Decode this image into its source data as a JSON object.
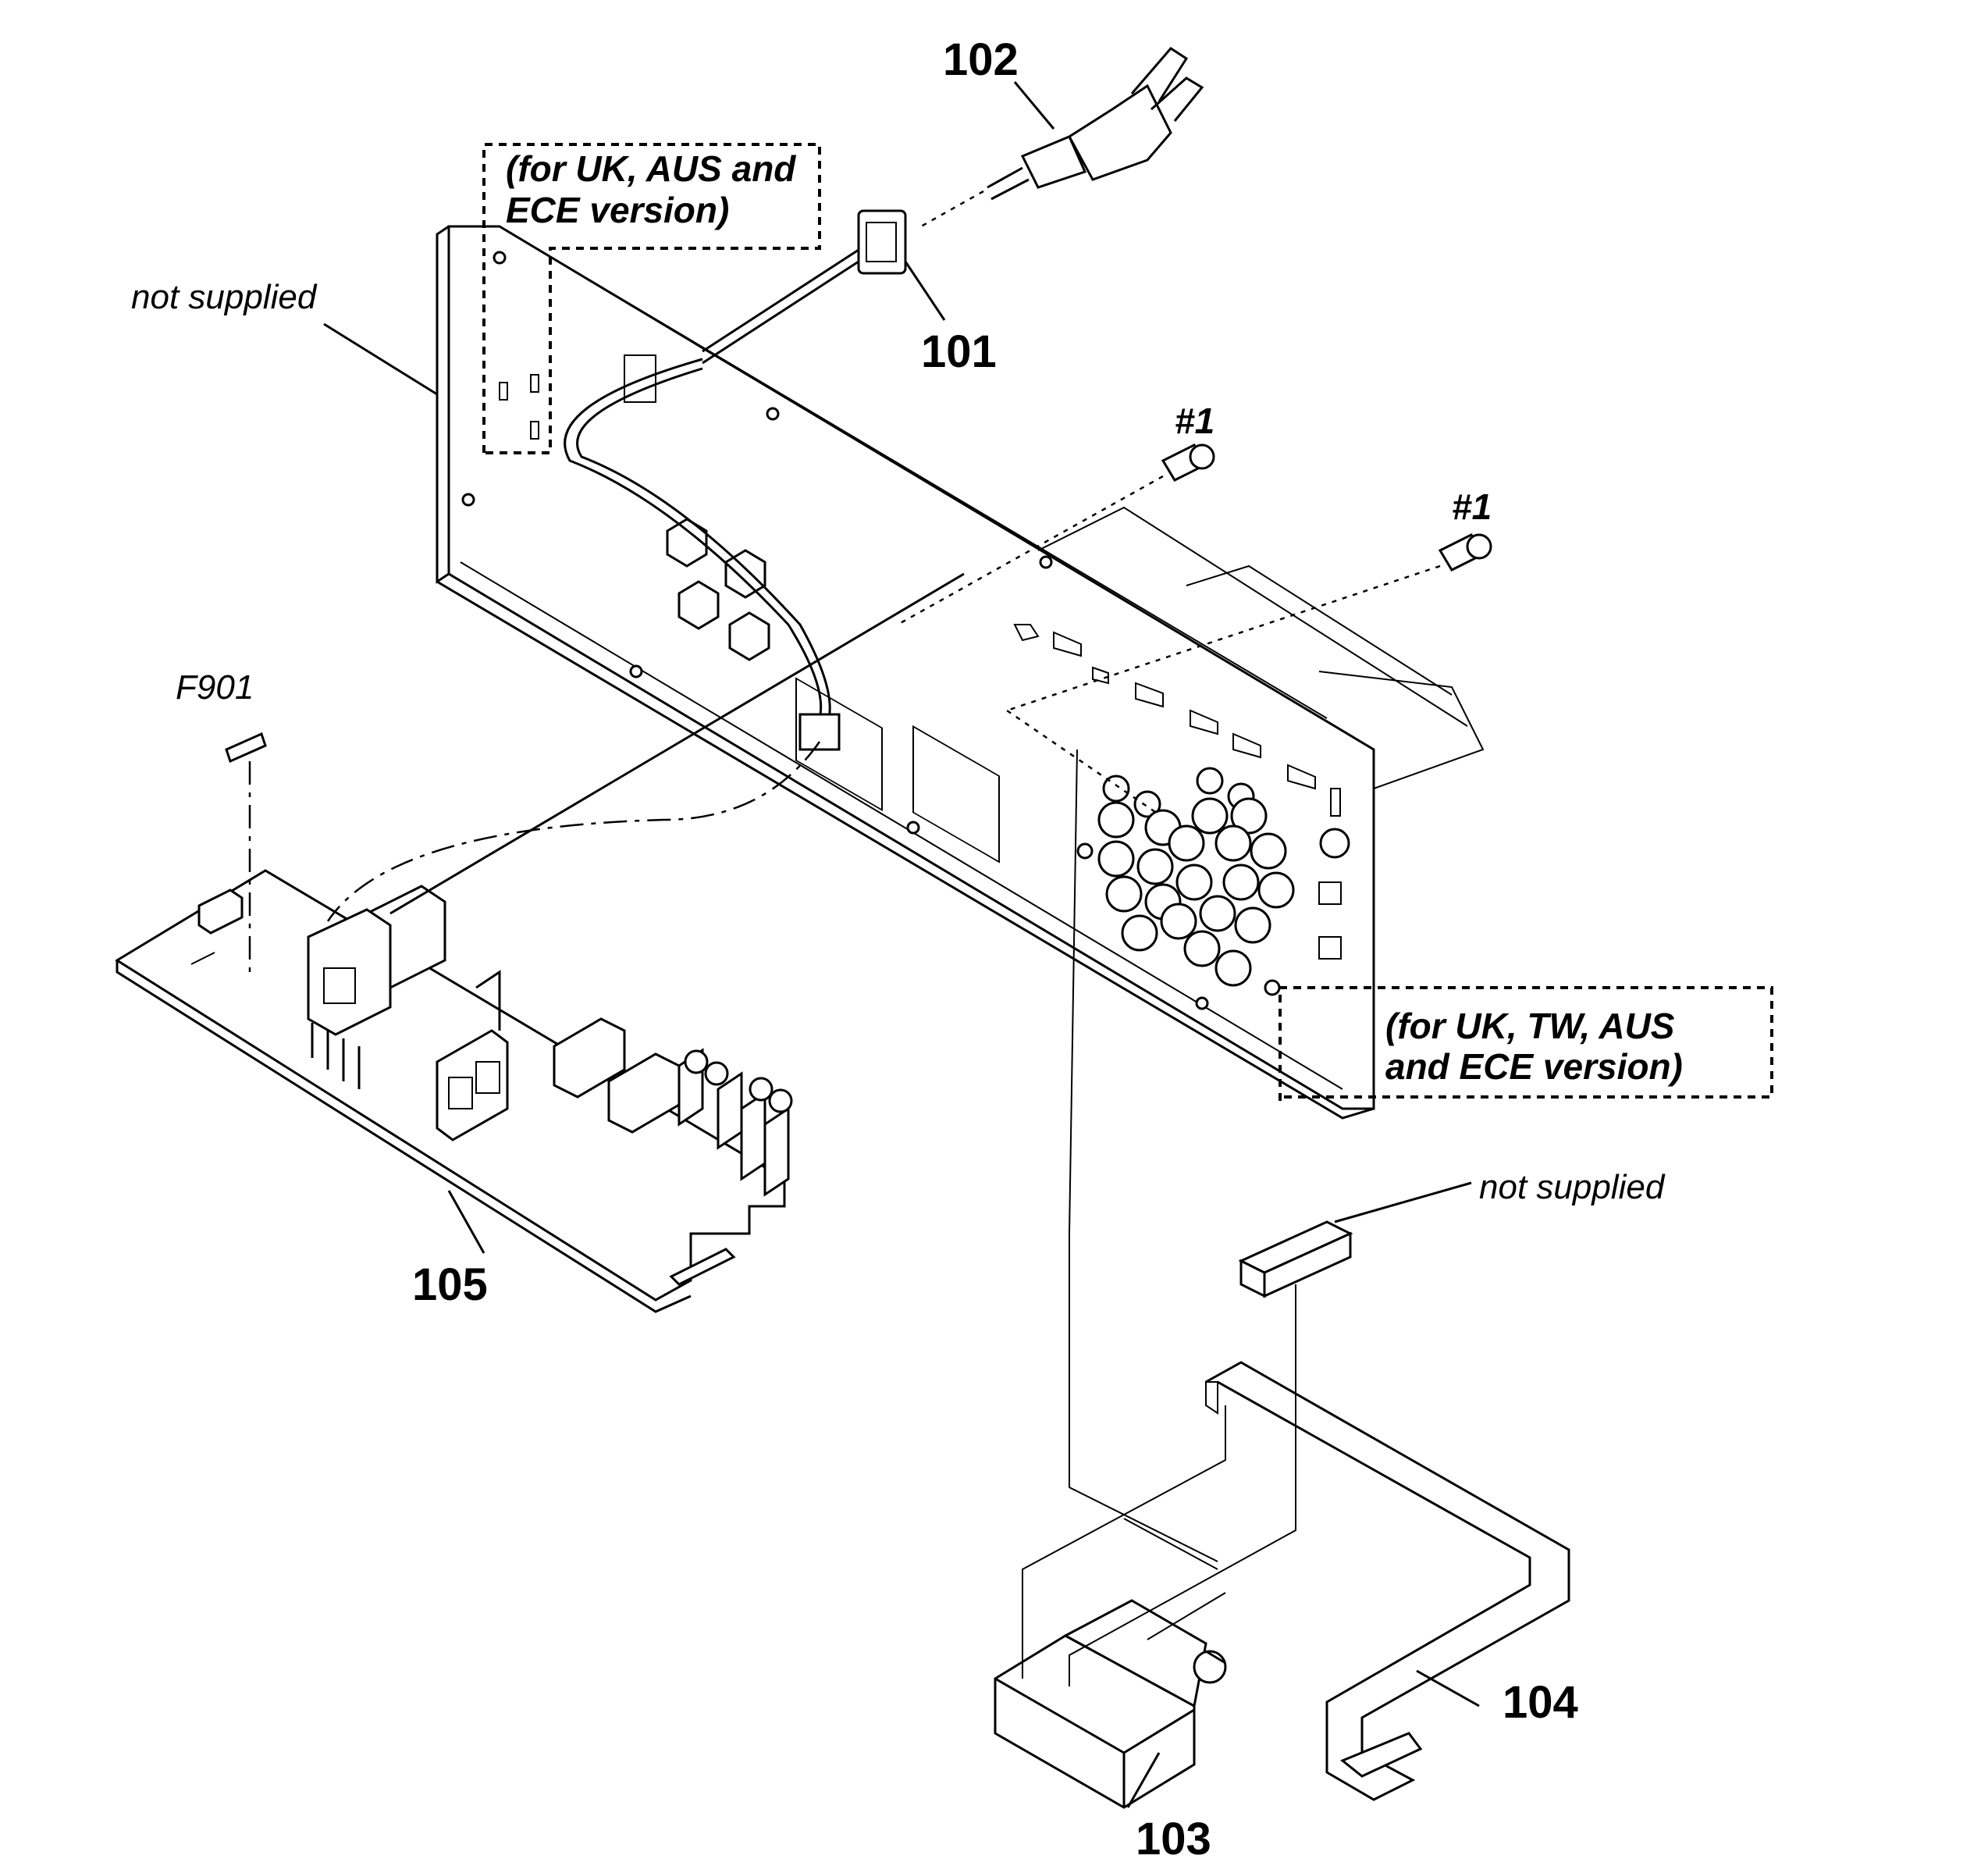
{
  "diagram": {
    "part_labels": {
      "p101": "101",
      "p102": "102",
      "p103": "103",
      "p104": "104",
      "p105": "105"
    },
    "screw_labels": {
      "screw_a": "#1",
      "screw_b": "#1"
    },
    "fuse_label": "F901",
    "notes": {
      "not_supplied_top": "not supplied",
      "not_supplied_bottom": "not supplied"
    },
    "callouts": {
      "top": {
        "line1": "(for UK, AUS and",
        "line2": "ECE version)"
      },
      "right": {
        "line1": "(for UK, TW, AUS",
        "line2": "and ECE version)"
      }
    }
  }
}
